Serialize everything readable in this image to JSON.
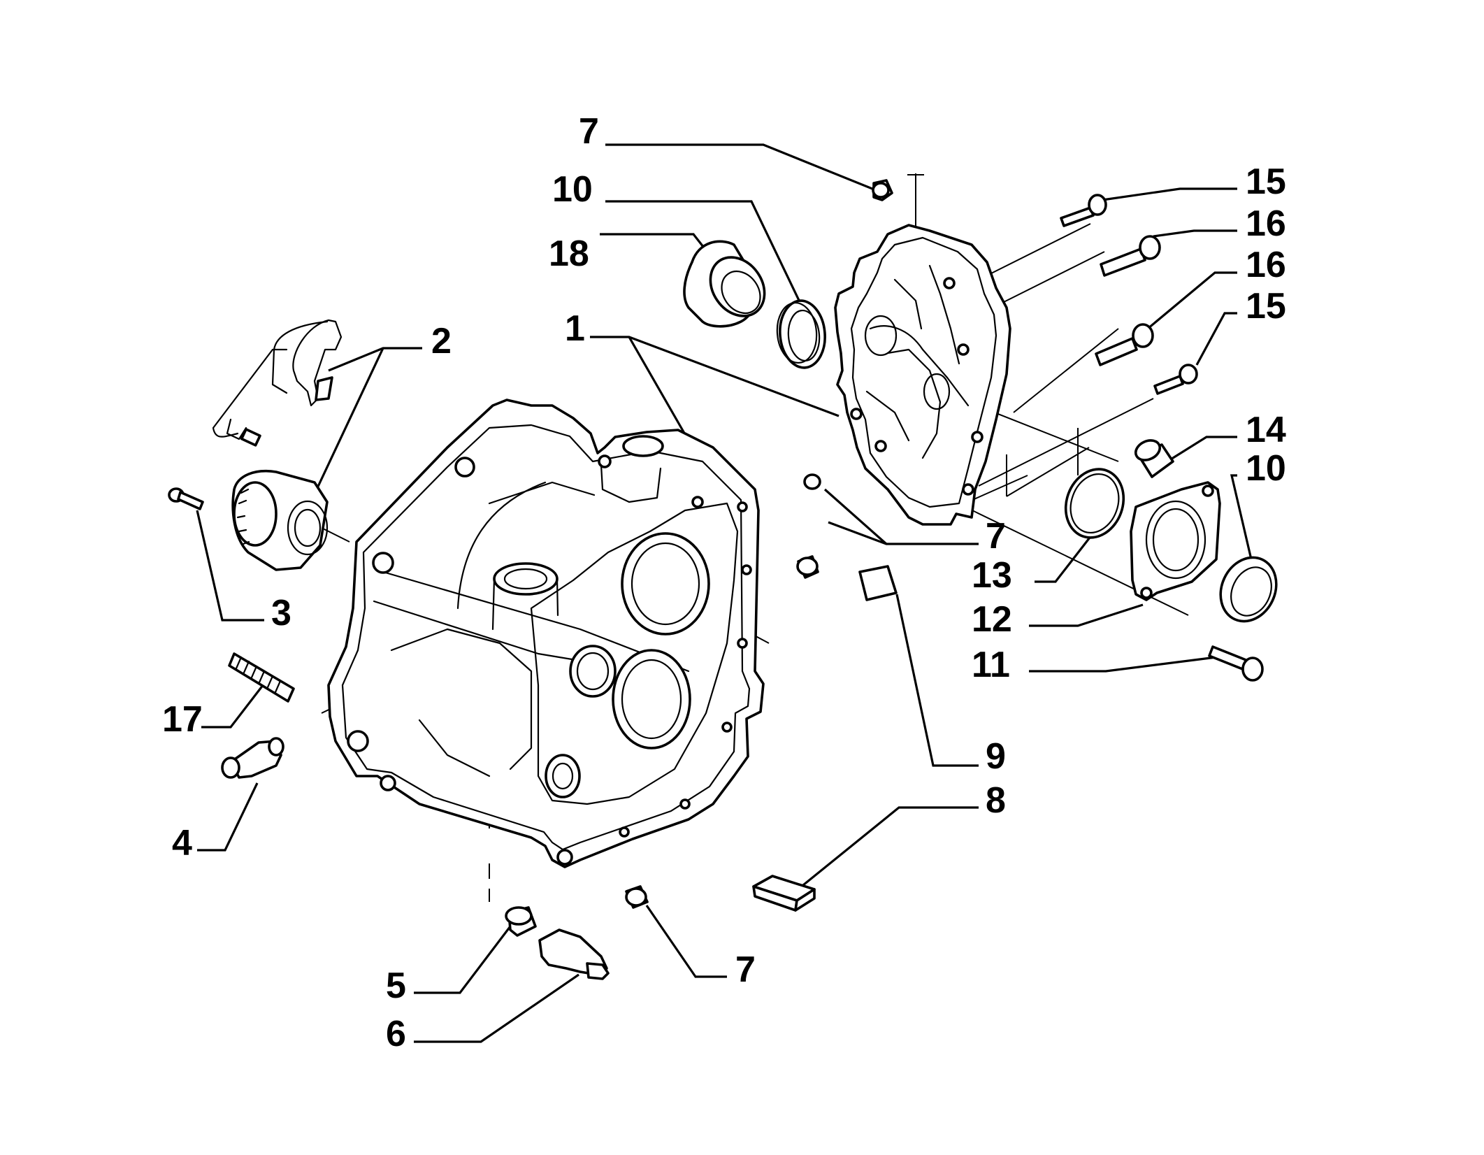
{
  "callouts": [
    {
      "id": "c-7a",
      "label": "7"
    },
    {
      "id": "c-10a",
      "label": "10"
    },
    {
      "id": "c-18",
      "label": "18"
    },
    {
      "id": "c-1",
      "label": "1"
    },
    {
      "id": "c-2",
      "label": "2"
    },
    {
      "id": "c-3",
      "label": "3"
    },
    {
      "id": "c-17",
      "label": "17"
    },
    {
      "id": "c-4",
      "label": "4"
    },
    {
      "id": "c-5",
      "label": "5"
    },
    {
      "id": "c-6",
      "label": "6"
    },
    {
      "id": "c-7b",
      "label": "7"
    },
    {
      "id": "c-7c",
      "label": "7"
    },
    {
      "id": "c-8",
      "label": "8"
    },
    {
      "id": "c-9",
      "label": "9"
    },
    {
      "id": "c-11",
      "label": "11"
    },
    {
      "id": "c-12",
      "label": "12"
    },
    {
      "id": "c-13",
      "label": "13"
    },
    {
      "id": "c-10b",
      "label": "10"
    },
    {
      "id": "c-14",
      "label": "14"
    },
    {
      "id": "c-15a",
      "label": "15"
    },
    {
      "id": "c-16a",
      "label": "16"
    },
    {
      "id": "c-16b",
      "label": "16"
    },
    {
      "id": "c-15b",
      "label": "15"
    }
  ]
}
